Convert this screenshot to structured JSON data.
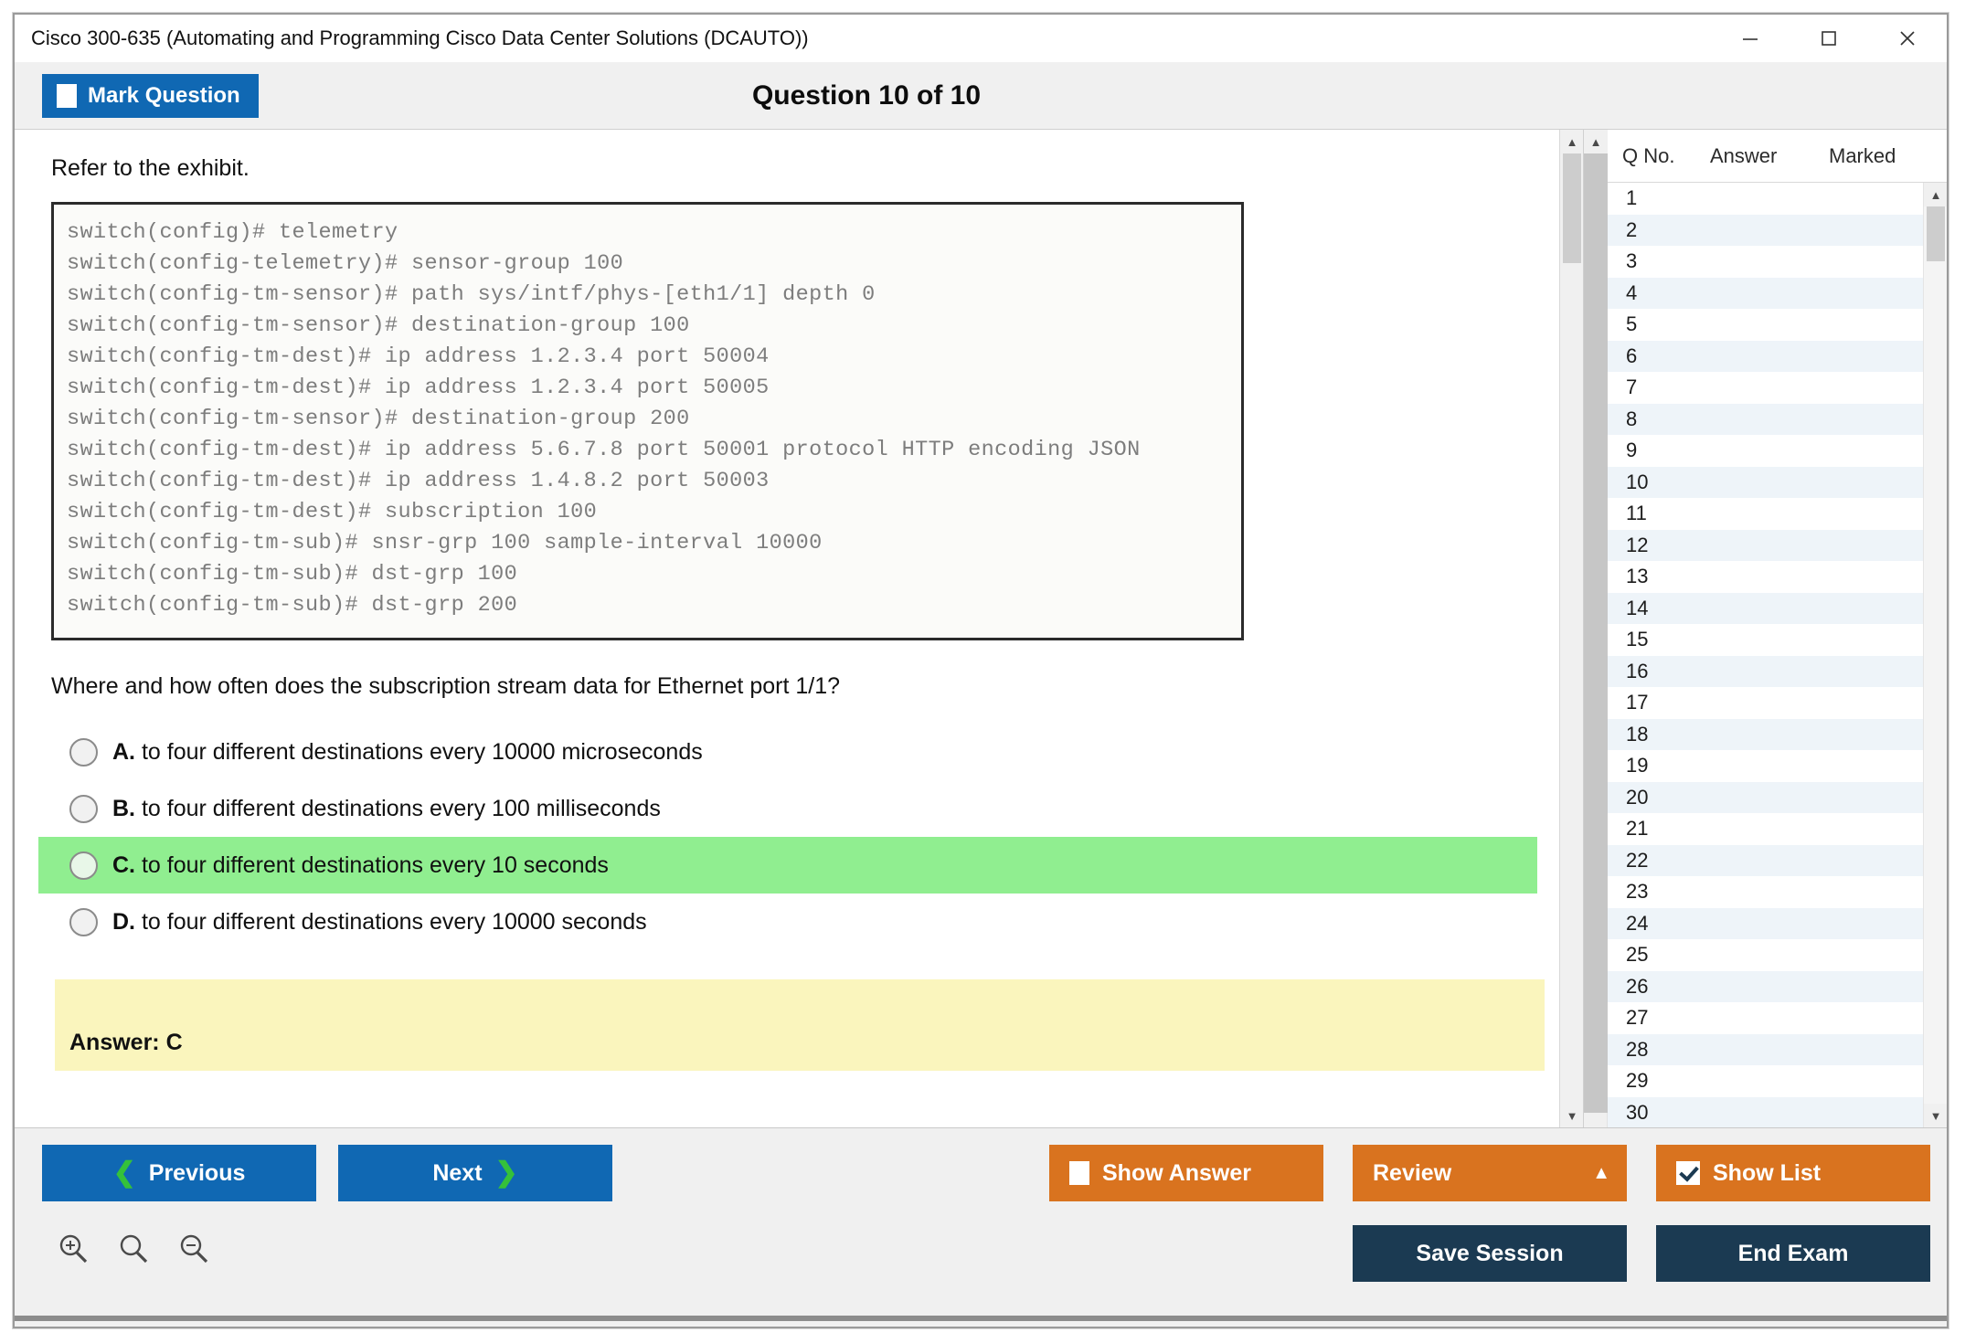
{
  "window": {
    "title": "Cisco 300-635 (Automating and Programming Cisco Data Center Solutions (DCAUTO))",
    "minimize_icon": "minimize-icon",
    "maximize_icon": "maximize-icon",
    "close_icon": "close-icon"
  },
  "header": {
    "mark_question_label": "Mark Question",
    "question_counter": "Question 10 of 10"
  },
  "content": {
    "refer_text": "Refer to the exhibit.",
    "exhibit_code": "switch(config)# telemetry\nswitch(config-telemetry)# sensor-group 100\nswitch(config-tm-sensor)# path sys/intf/phys-[eth1/1] depth 0\nswitch(config-tm-sensor)# destination-group 100\nswitch(config-tm-dest)# ip address 1.2.3.4 port 50004\nswitch(config-tm-dest)# ip address 1.2.3.4 port 50005\nswitch(config-tm-sensor)# destination-group 200\nswitch(config-tm-dest)# ip address 5.6.7.8 port 50001 protocol HTTP encoding JSON\nswitch(config-tm-dest)# ip address 1.4.8.2 port 50003\nswitch(config-tm-dest)# subscription 100\nswitch(config-tm-sub)# snsr-grp 100 sample-interval 10000\nswitch(config-tm-sub)# dst-grp 100\nswitch(config-tm-sub)# dst-grp 200",
    "question_text": "Where and how often does the subscription stream data for Ethernet port 1/1?",
    "options": [
      {
        "letter": "A.",
        "text": "to four different destinations every 10000 microseconds",
        "highlighted": false
      },
      {
        "letter": "B.",
        "text": "to four different destinations every 100 milliseconds",
        "highlighted": false
      },
      {
        "letter": "C.",
        "text": "to four different destinations every 10 seconds",
        "highlighted": true
      },
      {
        "letter": "D.",
        "text": "to four different destinations every 10000 seconds",
        "highlighted": false
      }
    ],
    "answer_banner": "Answer: C"
  },
  "question_list": {
    "columns": [
      "Q No.",
      "Answer",
      "Marked"
    ],
    "rows": [
      {
        "no": "1",
        "answer": "",
        "marked": ""
      },
      {
        "no": "2",
        "answer": "",
        "marked": ""
      },
      {
        "no": "3",
        "answer": "",
        "marked": ""
      },
      {
        "no": "4",
        "answer": "",
        "marked": ""
      },
      {
        "no": "5",
        "answer": "",
        "marked": ""
      },
      {
        "no": "6",
        "answer": "",
        "marked": ""
      },
      {
        "no": "7",
        "answer": "",
        "marked": ""
      },
      {
        "no": "8",
        "answer": "",
        "marked": ""
      },
      {
        "no": "9",
        "answer": "",
        "marked": ""
      },
      {
        "no": "10",
        "answer": "",
        "marked": ""
      },
      {
        "no": "11",
        "answer": "",
        "marked": ""
      },
      {
        "no": "12",
        "answer": "",
        "marked": ""
      },
      {
        "no": "13",
        "answer": "",
        "marked": ""
      },
      {
        "no": "14",
        "answer": "",
        "marked": ""
      },
      {
        "no": "15",
        "answer": "",
        "marked": ""
      },
      {
        "no": "16",
        "answer": "",
        "marked": ""
      },
      {
        "no": "17",
        "answer": "",
        "marked": ""
      },
      {
        "no": "18",
        "answer": "",
        "marked": ""
      },
      {
        "no": "19",
        "answer": "",
        "marked": ""
      },
      {
        "no": "20",
        "answer": "",
        "marked": ""
      },
      {
        "no": "21",
        "answer": "",
        "marked": ""
      },
      {
        "no": "22",
        "answer": "",
        "marked": ""
      },
      {
        "no": "23",
        "answer": "",
        "marked": ""
      },
      {
        "no": "24",
        "answer": "",
        "marked": ""
      },
      {
        "no": "25",
        "answer": "",
        "marked": ""
      },
      {
        "no": "26",
        "answer": "",
        "marked": ""
      },
      {
        "no": "27",
        "answer": "",
        "marked": ""
      },
      {
        "no": "28",
        "answer": "",
        "marked": ""
      },
      {
        "no": "29",
        "answer": "",
        "marked": ""
      },
      {
        "no": "30",
        "answer": "",
        "marked": ""
      }
    ]
  },
  "footer": {
    "previous_label": "Previous",
    "next_label": "Next",
    "show_answer_label": "Show Answer",
    "review_label": "Review",
    "show_list_label": "Show List",
    "save_session_label": "Save Session",
    "end_exam_label": "End Exam",
    "zoom_in_icon": "zoom-in-icon",
    "zoom_reset_icon": "zoom-reset-icon",
    "zoom_out_icon": "zoom-out-icon"
  },
  "colors": {
    "primary_blue": "#1068b3",
    "orange": "#d9731f",
    "navy": "#1b3a52",
    "highlight_green": "#90ee90",
    "answer_yellow": "#faf5bd"
  }
}
